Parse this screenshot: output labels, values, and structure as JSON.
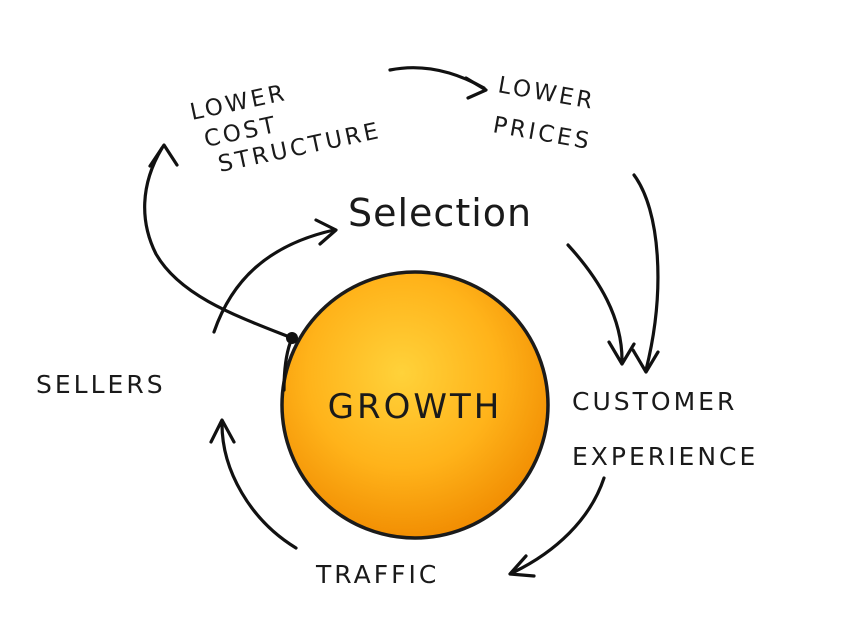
{
  "labels": {
    "lower_cost_line1": "LOWER",
    "lower_cost_line2": "COST",
    "lower_cost_line3": "STRUCTURE",
    "lower_prices_line1": "LOWER",
    "lower_prices_line2": "PRICES",
    "selection": "Selection",
    "sellers": "SELLERS",
    "growth": "GROWTH",
    "customer_line1": "CUSTOMER",
    "customer_line2": "EXPERIENCE",
    "traffic": "TRAFFIC"
  },
  "colors": {
    "growth_circle_center": "#ffd23a",
    "growth_circle_mid": "#ffb31a",
    "growth_circle_edge": "#f08a00",
    "ink": "#111111"
  }
}
